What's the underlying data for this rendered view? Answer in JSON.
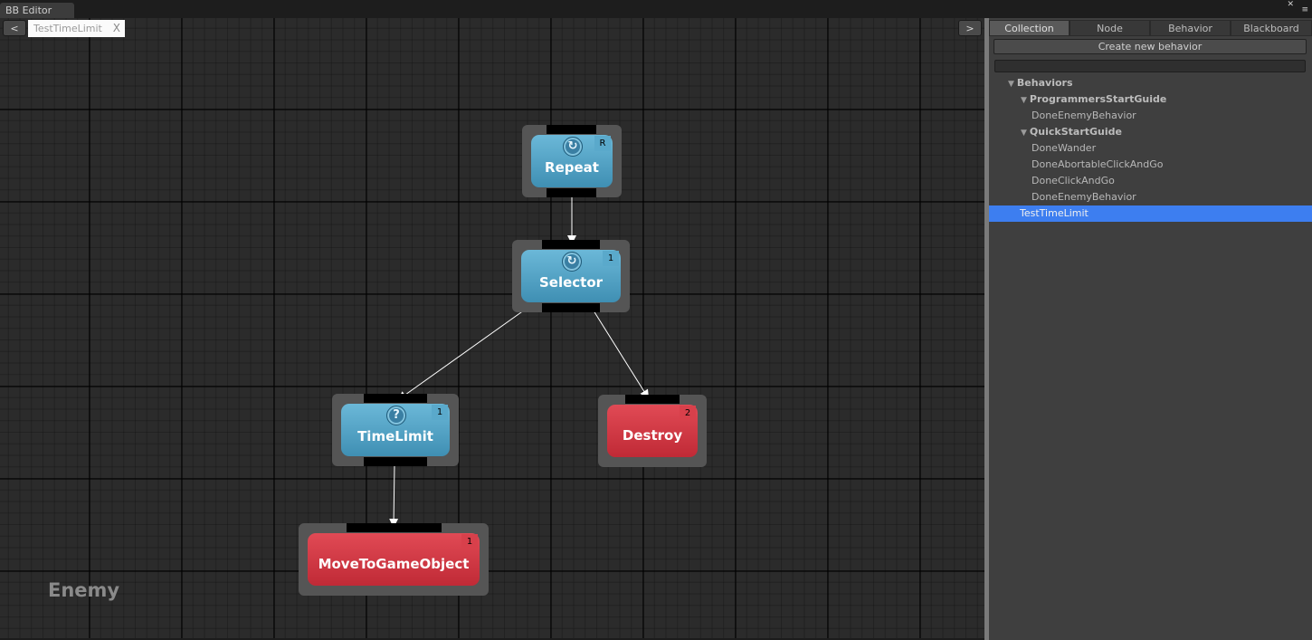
{
  "window": {
    "title": "BB Editor",
    "close_glyph": "✕",
    "menu_glyph": "≡"
  },
  "canvas": {
    "nav_prev": "<",
    "nav_next": ">",
    "open_tab": {
      "label": "TestTimeLimit",
      "close_glyph": "X"
    },
    "agent_label": "Enemy"
  },
  "nodes": {
    "repeat": {
      "label": "Repeat",
      "badge": "R",
      "icon": "repeat-icon",
      "color": "blue"
    },
    "selector": {
      "label": "Selector",
      "badge": "1",
      "icon": "selector-icon",
      "color": "blue"
    },
    "timelimit": {
      "label": "TimeLimit",
      "badge": "1",
      "icon": "question-icon",
      "color": "blue"
    },
    "destroy": {
      "label": "Destroy",
      "badge": "2",
      "color": "red"
    },
    "movetogameobject": {
      "label": "MoveToGameObject",
      "badge": "1",
      "color": "red"
    }
  },
  "panel": {
    "tabs": [
      "Collection",
      "Node",
      "Behavior",
      "Blackboard"
    ],
    "active_tab": "Collection",
    "create_button": "Create new behavior",
    "search_value": "",
    "tree": [
      {
        "label": "Behaviors",
        "level": 0,
        "type": "folder",
        "expanded": true
      },
      {
        "label": "ProgrammersStartGuide",
        "level": 1,
        "type": "folder",
        "expanded": true
      },
      {
        "label": "DoneEnemyBehavior",
        "level": 2,
        "type": "item"
      },
      {
        "label": "QuickStartGuide",
        "level": 1,
        "type": "folder",
        "expanded": true
      },
      {
        "label": "DoneWander",
        "level": 2,
        "type": "item"
      },
      {
        "label": "DoneAbortableClickAndGo",
        "level": 2,
        "type": "item"
      },
      {
        "label": "DoneClickAndGo",
        "level": 2,
        "type": "item"
      },
      {
        "label": "DoneEnemyBehavior",
        "level": 2,
        "type": "item"
      },
      {
        "label": "TestTimeLimit",
        "level": 0,
        "type": "item",
        "selected": true
      }
    ]
  },
  "colors": {
    "node_blue": "#4fa0c4",
    "node_red": "#d0343f",
    "selection": "#3d7ef0",
    "canvas_bg": "#2b2b2b"
  }
}
